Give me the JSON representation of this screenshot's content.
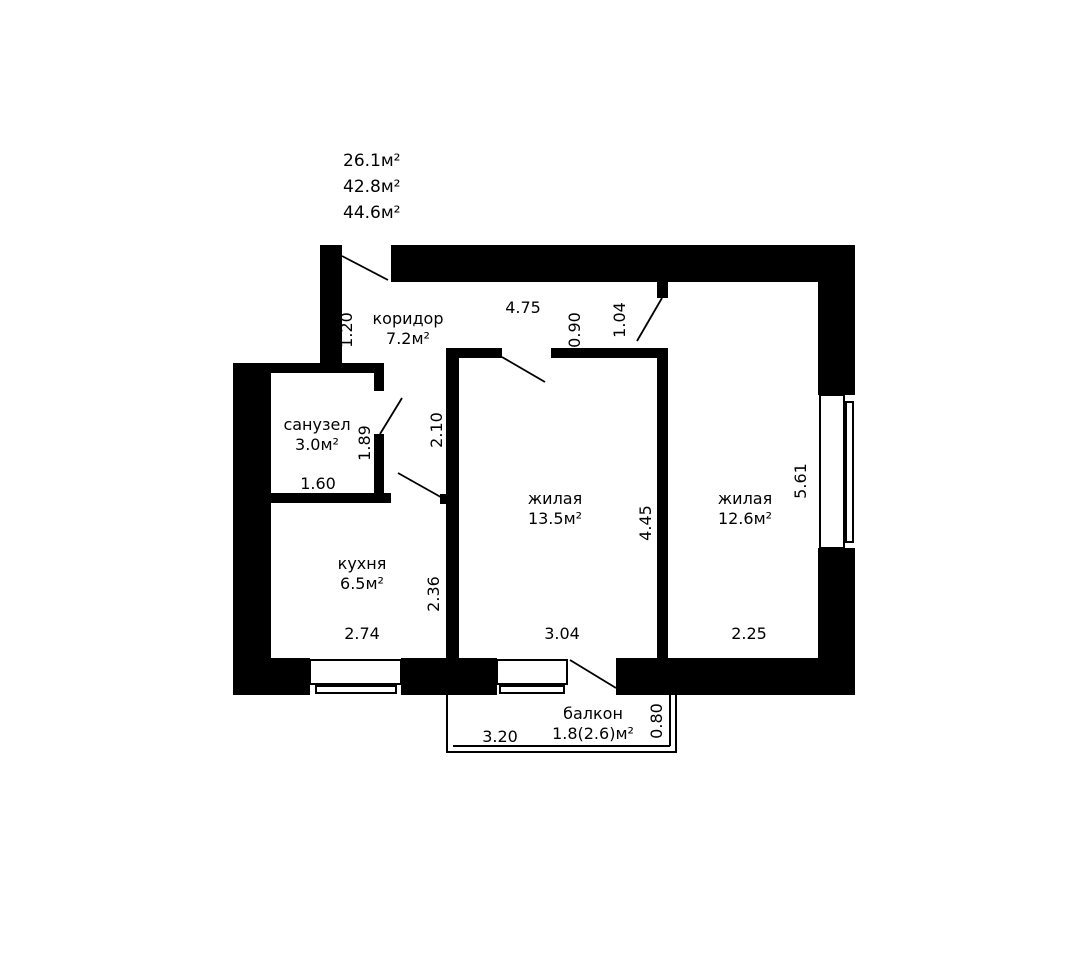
{
  "totals": {
    "living": "26.1м²",
    "general": "42.8м²",
    "total": "44.6м²"
  },
  "rooms": {
    "corridor": {
      "name": "коридор",
      "area": "7.2м²"
    },
    "bathroom": {
      "name": "санузел",
      "area": "3.0м²"
    },
    "kitchen": {
      "name": "кухня",
      "area": "6.5м²"
    },
    "living1": {
      "name": "жилая",
      "area": "13.5м²"
    },
    "living2": {
      "name": "жилая",
      "area": "12.6м²"
    },
    "balcony": {
      "name": "балкон",
      "area": "1.8(2.6)м²"
    }
  },
  "dimensions": {
    "corridor_width": "4.75",
    "corridor_height": "1.20",
    "door_090": "0.90",
    "door_104": "1.04",
    "bathroom_height": "1.89",
    "bathroom_width": "1.60",
    "partition_210": "2.10",
    "kitchen_height": "2.36",
    "kitchen_width": "2.74",
    "living1_width": "3.04",
    "living1_height": "4.45",
    "living2_width": "2.25",
    "living2_height": "5.61",
    "balcony_width": "3.20",
    "balcony_depth": "0.80"
  }
}
